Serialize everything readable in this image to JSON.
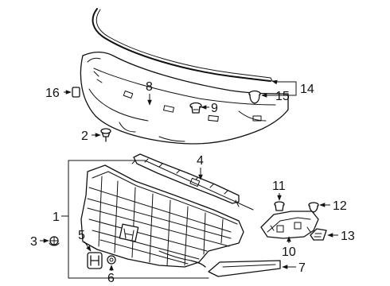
{
  "callouts": [
    {
      "id": "c1",
      "label": "1"
    },
    {
      "id": "c2",
      "label": "2"
    },
    {
      "id": "c3",
      "label": "3"
    },
    {
      "id": "c4",
      "label": "4"
    },
    {
      "id": "c5",
      "label": "5"
    },
    {
      "id": "c6",
      "label": "6"
    },
    {
      "id": "c7",
      "label": "7"
    },
    {
      "id": "c8",
      "label": "8"
    },
    {
      "id": "c9",
      "label": "9"
    },
    {
      "id": "c10",
      "label": "10"
    },
    {
      "id": "c11",
      "label": "11"
    },
    {
      "id": "c12",
      "label": "12"
    },
    {
      "id": "c13",
      "label": "13"
    },
    {
      "id": "c14",
      "label": "14"
    },
    {
      "id": "c15",
      "label": "15"
    },
    {
      "id": "c16",
      "label": "16"
    }
  ],
  "colors": {
    "line": "#111111",
    "background": "#ffffff"
  }
}
